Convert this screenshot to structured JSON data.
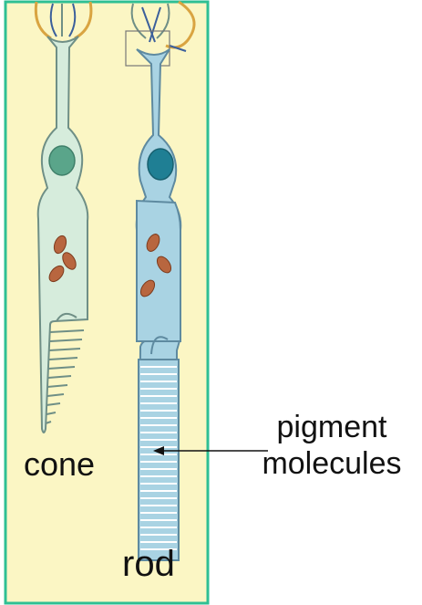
{
  "labels": {
    "cone": "cone",
    "rod": "rod",
    "pigment_line1": "pigment",
    "pigment_line2": "molecules"
  },
  "colors": {
    "panel_fill": "#fbf6c4",
    "panel_border": "#2fbf93",
    "cone_fill": "#d6ecdc",
    "cone_outline": "#6f8f86",
    "cone_nucleus": "#5aa58a",
    "rod_fill": "#a9d3e3",
    "rod_outline": "#5e8aa0",
    "rod_nucleus": "#1f7f94",
    "mitochondria": "#b8663f",
    "synapse_orange": "#d9a441",
    "synapse_blue": "#3b5f9b",
    "arrow": "#111111"
  }
}
